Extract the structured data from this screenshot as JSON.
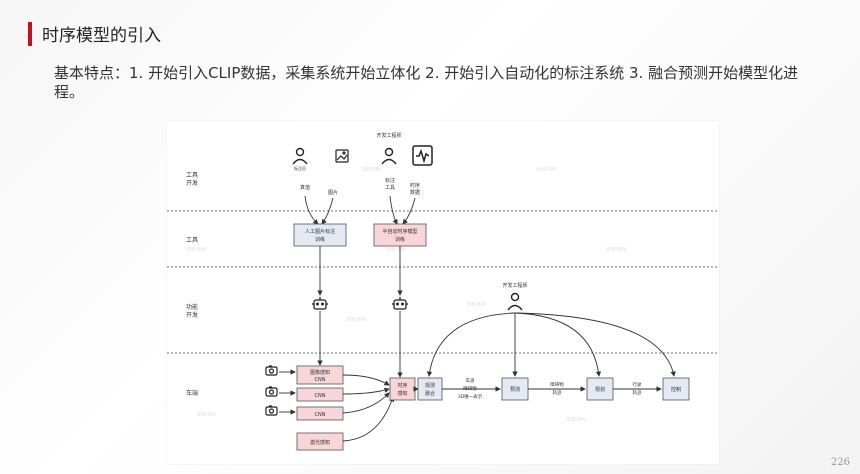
{
  "page": {
    "title": "时序模型的引入",
    "subtitle": "基本特点：1. 开始引入CLIP数据，采集系统开始立体化   2. 开始引入自动化的标注系统   3. 融合预测开始模型化进程。",
    "page_number": "226"
  },
  "diagram": {
    "lanes": [
      {
        "id": "tools-dev",
        "lines": [
          "工具",
          "开发"
        ]
      },
      {
        "id": "tools",
        "lines": [
          "工具"
        ]
      },
      {
        "id": "function-dev",
        "lines": [
          "功能",
          "开发"
        ]
      },
      {
        "id": "vehicle",
        "lines": [
          "车端"
        ]
      }
    ],
    "top_engineer": "开发工程师",
    "mid_engineer": "开发工程师",
    "top_icons": {
      "annotator_small": "标注员",
      "annotator_caption": "真值",
      "image_caption": "图片",
      "tool_person_caption": [
        "标注",
        "工具"
      ],
      "timeseries_caption": [
        "时序",
        "数据"
      ]
    },
    "tool_boxes": {
      "manual": [
        "人工图片标注",
        "训练"
      ],
      "semi_auto": [
        "半自动时序模型",
        "训练"
      ]
    },
    "vehicle_boxes": {
      "image_cnn": [
        "图像感知",
        "CNN"
      ],
      "cnn2": "CNN",
      "cnn3": "CNN",
      "lidar": "激光感知",
      "temporal": [
        "时序",
        "感知"
      ],
      "fusion": [
        "观测",
        "融合"
      ],
      "prediction": "预测",
      "planning": "规划",
      "control": "控制"
    },
    "edge_labels": {
      "fusion_out": [
        "车道",
        "障碍物",
        "3D唯一表示"
      ],
      "pred_out": [
        "障碍物",
        "轨迹"
      ],
      "plan_out": [
        "行驶",
        "轨迹"
      ]
    },
    "watermark": "BIN·BIN"
  },
  "colors": {
    "accent_red": "#c0141b",
    "box_pink": "#f8d5d9",
    "box_blue": "#e4e9f3",
    "box_border": "#555555"
  }
}
